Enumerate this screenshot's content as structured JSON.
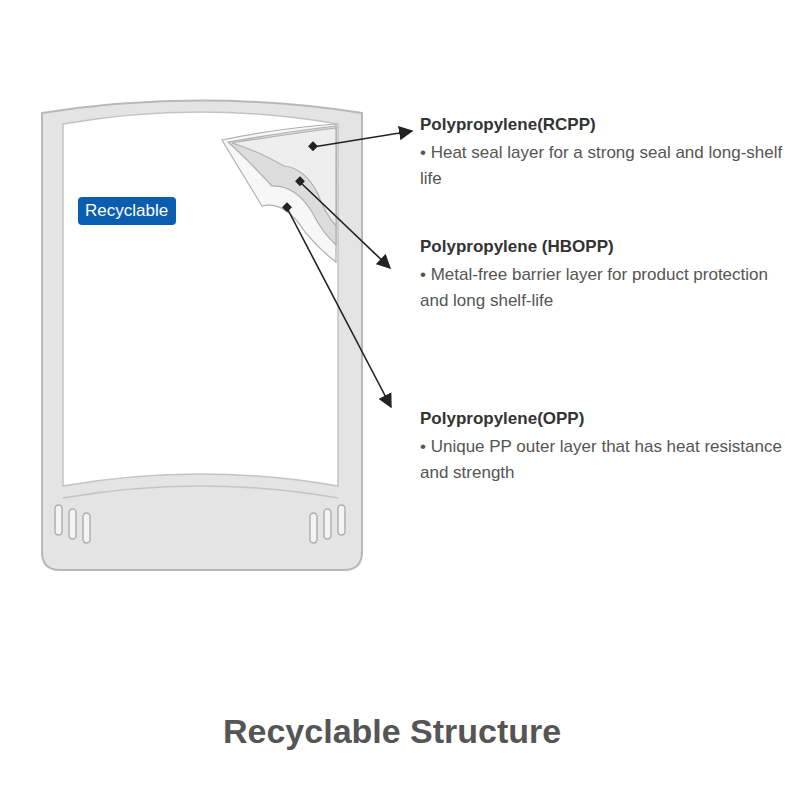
{
  "diagram": {
    "title": "Recyclable Structure",
    "nodes": [
      {
        "text": [
          "Recyclable"
        ]
      }
    ],
    "labels": [
      "Polypropylene(RCPP)",
      "• Heat seal layer for a strong seal and long-shelf life",
      "Polypropylene (HBOPP)",
      "• Metal-free barrier layer for product protection and long shelf-life",
      "Polypropylene(OPP)",
      "• Unique PP outer layer that has heat resistance and strength"
    ]
  }
}
